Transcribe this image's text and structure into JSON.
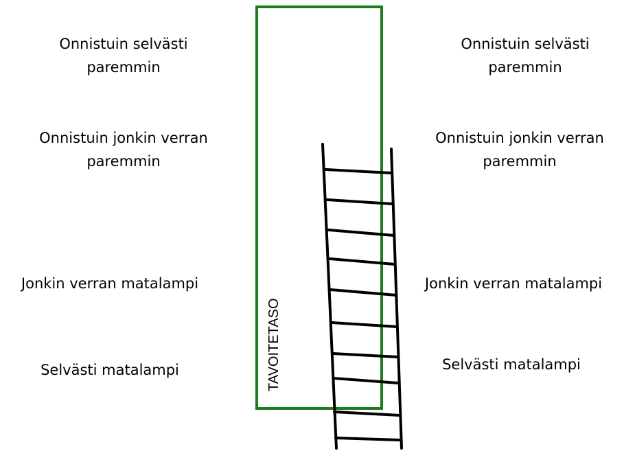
{
  "diagram": {
    "target_label": "TAVOITETASO",
    "box_color": "#1e7b1e",
    "ladder_color": "#000000",
    "left_labels": [
      {
        "lines": [
          "Onnistuin selvästi",
          "paremmin"
        ]
      },
      {
        "lines": [
          "Onnistuin jonkin verran",
          "paremmin"
        ]
      },
      {
        "lines": [
          "Jonkin verran matalampi"
        ]
      },
      {
        "lines": [
          "Selvästi matalampi"
        ]
      }
    ],
    "right_labels": [
      {
        "lines": [
          "Onnistuin selvästi",
          "paremmin"
        ]
      },
      {
        "lines": [
          "Onnistuin jonkin verran",
          "paremmin"
        ]
      },
      {
        "lines": [
          "Jonkin verran matalampi"
        ]
      },
      {
        "lines": [
          "Selvästi matalampi"
        ]
      }
    ]
  }
}
